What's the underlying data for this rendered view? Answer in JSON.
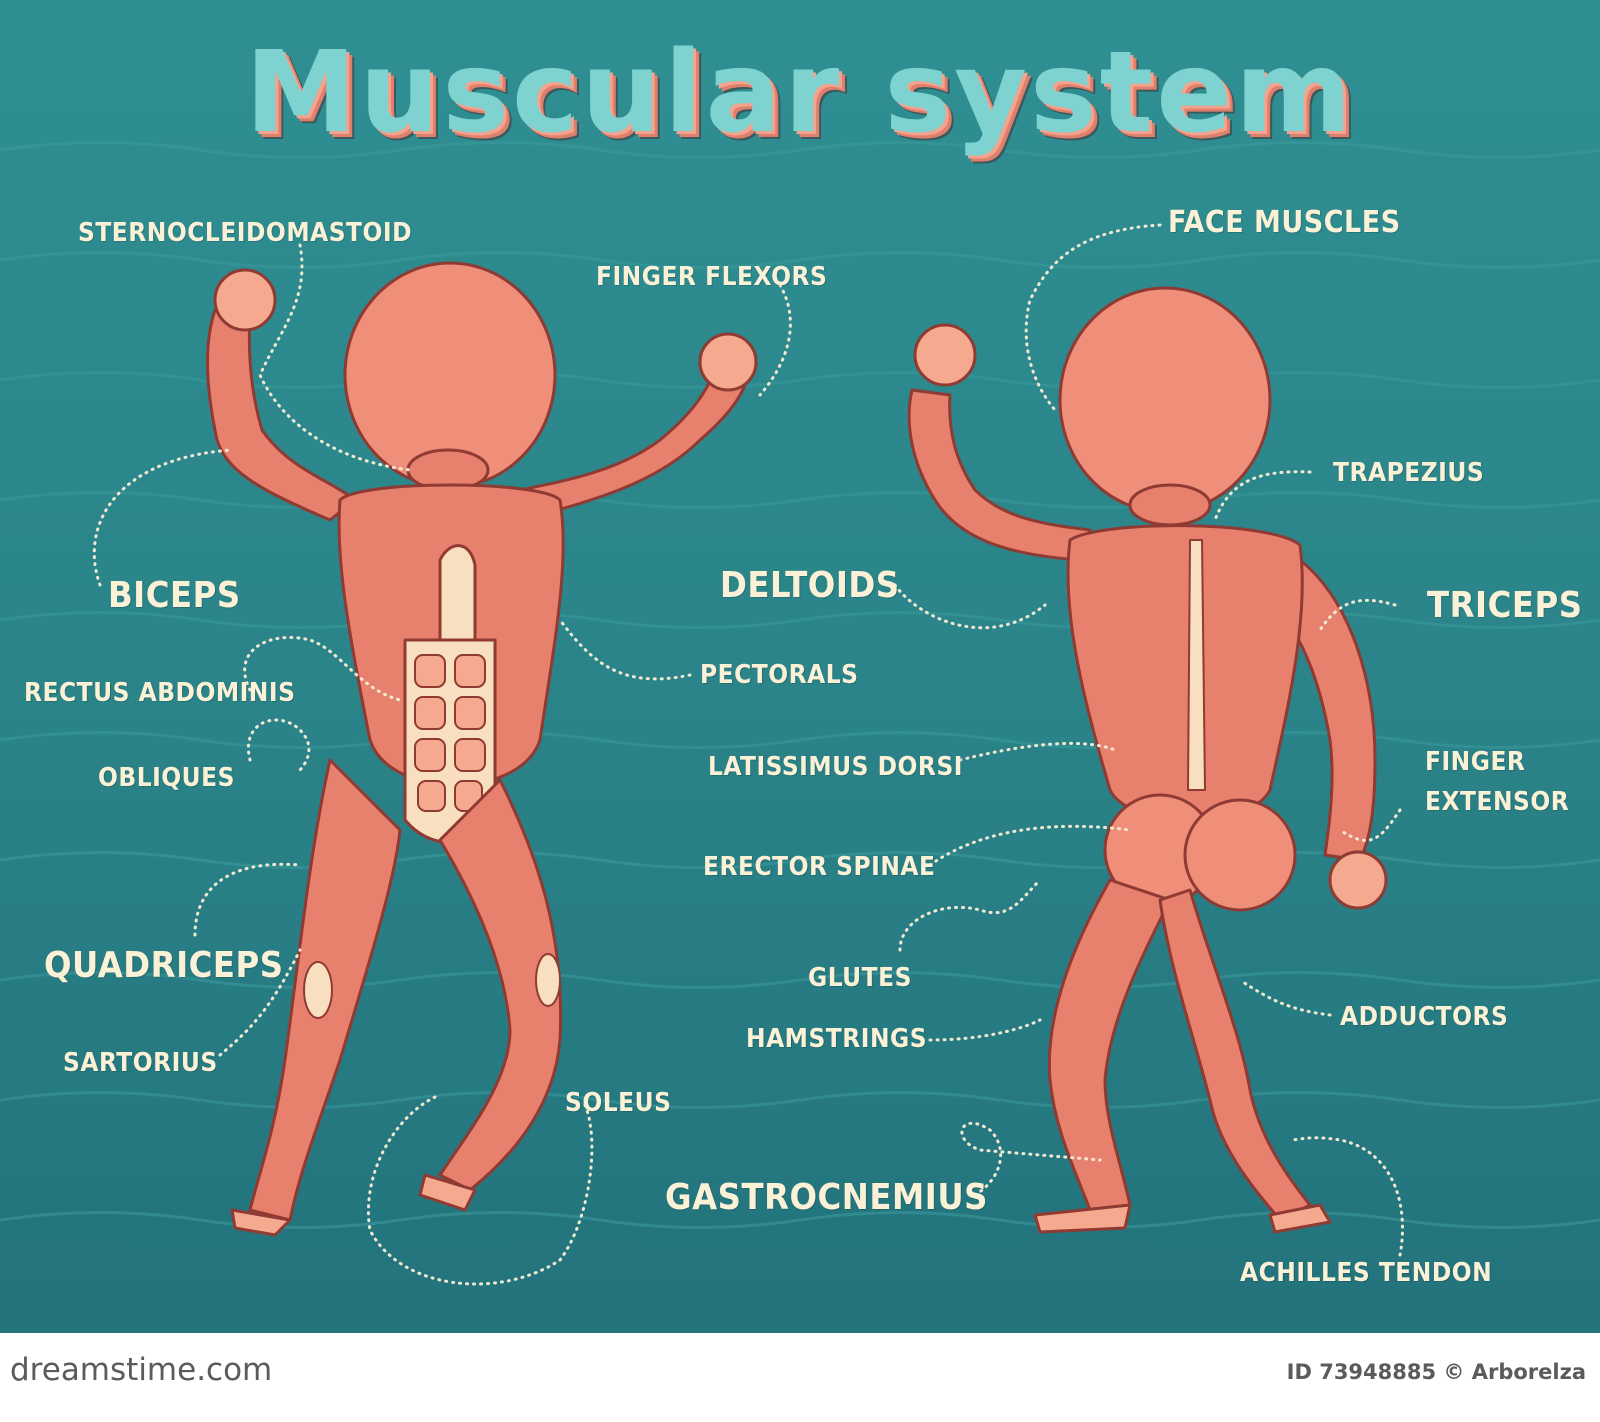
{
  "title": "Muscular system",
  "labels": {
    "sternocleidomastoid": "STERNOCLEIDOMASTOID",
    "finger_flexors": "FINGER FLEXORS",
    "face_muscles": "FACE MUSCLES",
    "trapezius": "TRAPEZIUS",
    "biceps": "BICEPS",
    "deltoids": "DELTOIDS",
    "triceps": "TRICEPS",
    "pectorals": "PECTORALS",
    "rectus_abdominis": "RECTUS ABDOMINIS",
    "obliques": "OBLIQUES",
    "latissimus_dorsi": "LATISSIMUS DORSI",
    "finger_extensor_1": "FINGER",
    "finger_extensor_2": "EXTENSOR",
    "erector_spinae": "ERECTOR SPINAE",
    "quadriceps": "QUADRICEPS",
    "glutes": "GLUTES",
    "adductors": "ADDUCTORS",
    "hamstrings": "HAMSTRINGS",
    "sartorius": "SARTORIUS",
    "soleus": "SOLEUS",
    "gastrocnemius": "GASTROCNEMIUS",
    "achilles_tendon": "ACHILLES TENDON"
  },
  "watermark": {
    "site": "dreamstime.com",
    "id_text": "ID 73948885 © Arborelza"
  },
  "colors": {
    "background": "#2a8388",
    "muscle": "#e8806e",
    "tendon": "#f8dfc0",
    "label": "#fbf1d6",
    "title": "#7ed3d0"
  }
}
